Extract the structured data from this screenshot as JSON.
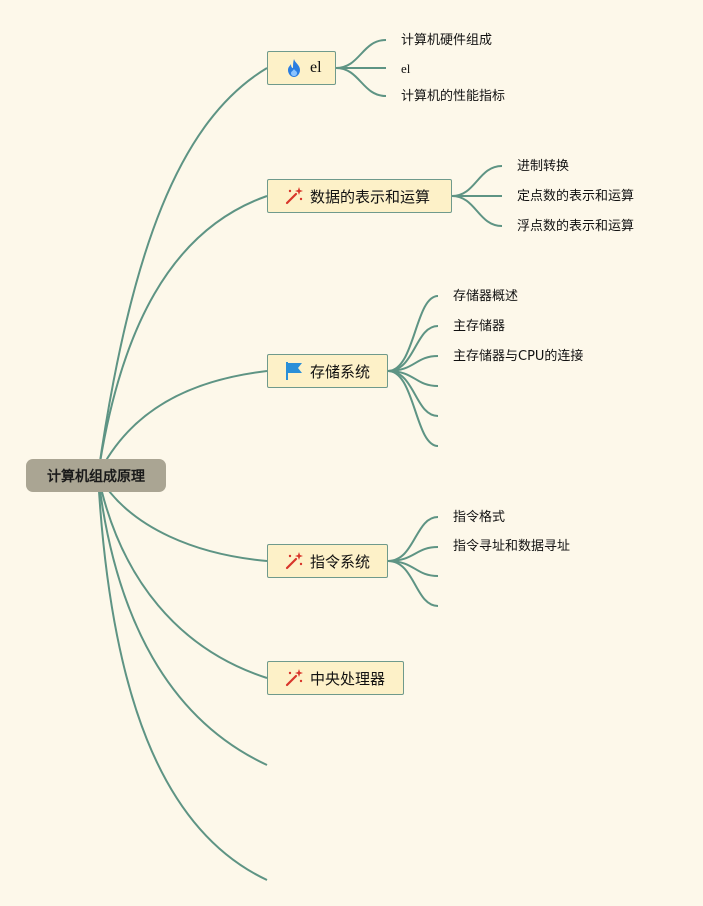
{
  "root": {
    "label": "计算机组成原理"
  },
  "branches": [
    {
      "label": "el",
      "icon": "fire-icon",
      "children": [
        "计算机硬件组成",
        "el",
        "计算机的性能指标"
      ]
    },
    {
      "label": "数据的表示和运算",
      "icon": "sparkle-wand-icon",
      "children": [
        "进制转换",
        "定点数的表示和运算",
        "浮点数的表示和运算"
      ]
    },
    {
      "label": "存储系统",
      "icon": "flag-icon",
      "children": [
        "存储器概述",
        "主存储器",
        "主存储器与CPU的连接",
        "",
        "",
        ""
      ]
    },
    {
      "label": "指令系统",
      "icon": "sparkle-wand-icon",
      "children": [
        "指令格式",
        "指令寻址和数据寻址",
        "",
        ""
      ]
    },
    {
      "label": "中央处理器",
      "icon": "sparkle-wand-icon",
      "children": []
    },
    {
      "label": "",
      "children": []
    },
    {
      "label": "",
      "children": []
    }
  ],
  "colors": {
    "background": "#fdf8ea",
    "root_fill": "#aaa593",
    "node_fill": "#fdf1c8",
    "node_border": "#6f9a8c",
    "link": "#5e9484",
    "fire_icon": "#2a7de1",
    "wand_icon": "#d8352a",
    "flag_icon": "#2a8fd8"
  }
}
